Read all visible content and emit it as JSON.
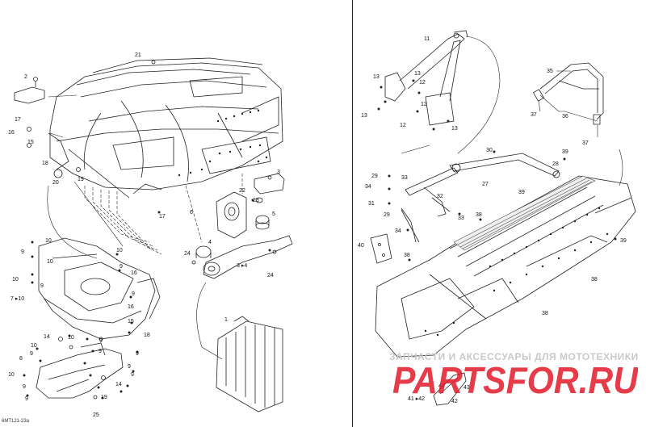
{
  "reference_code": "6MT121-23a",
  "watermark": {
    "tagline": "ЗАПЧАСТИ И АКСЕССУАРЫ ДЛЯ МОТОТЕХНИКИ",
    "logo_text": "PARTSFOR.RU",
    "color": "#e21b2a"
  },
  "left_callouts": [
    {
      "id": "l-21",
      "text": "21"
    },
    {
      "id": "l-2",
      "text": "2"
    },
    {
      "id": "l-17a",
      "text": "17"
    },
    {
      "id": "l-16a",
      "text": "16"
    },
    {
      "id": "l-15",
      "text": "15"
    },
    {
      "id": "l-18",
      "text": "18"
    },
    {
      "id": "l-19",
      "text": "19"
    },
    {
      "id": "l-20",
      "text": "20"
    },
    {
      "id": "l-3",
      "text": "3"
    },
    {
      "id": "l-22",
      "text": "22"
    },
    {
      "id": "l-23",
      "text": "23"
    },
    {
      "id": "l-6",
      "text": "6"
    },
    {
      "id": "l-5",
      "text": "5"
    },
    {
      "id": "l-4",
      "text": "4"
    },
    {
      "id": "l-24a",
      "text": "24"
    },
    {
      "id": "l-34",
      "text": "3 ▸4"
    },
    {
      "id": "l-24b",
      "text": "24"
    },
    {
      "id": "l-17b",
      "text": "17"
    },
    {
      "id": "l-10a",
      "text": "10"
    },
    {
      "id": "l-9a",
      "text": "9"
    },
    {
      "id": "l-10b",
      "text": "10"
    },
    {
      "id": "l-10c",
      "text": "10"
    },
    {
      "id": "l-9b",
      "text": "9"
    },
    {
      "id": "l-10d",
      "text": "10"
    },
    {
      "id": "l-16b",
      "text": "16"
    },
    {
      "id": "l-9c",
      "text": "9"
    },
    {
      "id": "l-9d",
      "text": "9"
    },
    {
      "id": "l-7",
      "text": "7 ▸10"
    },
    {
      "id": "l-16c",
      "text": "16"
    },
    {
      "id": "l-15b",
      "text": "15"
    },
    {
      "id": "l-18b",
      "text": "18"
    },
    {
      "id": "l-1",
      "text": "1"
    },
    {
      "id": "l-14a",
      "text": "14"
    },
    {
      "id": "l-10e",
      "text": "10"
    },
    {
      "id": "l-9e",
      "text": "9"
    },
    {
      "id": "l-10f",
      "text": "10"
    },
    {
      "id": "l-9f",
      "text": "9"
    },
    {
      "id": "l-9g",
      "text": "9"
    },
    {
      "id": "l-9h",
      "text": "9"
    },
    {
      "id": "l-8",
      "text": "8"
    },
    {
      "id": "l-9i",
      "text": "9"
    },
    {
      "id": "l-10g",
      "text": "10"
    },
    {
      "id": "l-9j",
      "text": "9"
    },
    {
      "id": "l-9k",
      "text": "9"
    },
    {
      "id": "l-14b",
      "text": "14"
    },
    {
      "id": "l-9l",
      "text": "9"
    },
    {
      "id": "l-19b",
      "text": "19"
    },
    {
      "id": "l-25",
      "text": "25"
    }
  ],
  "right_callouts": [
    {
      "id": "r-11",
      "text": "11"
    },
    {
      "id": "r-13a",
      "text": "13"
    },
    {
      "id": "r-13b",
      "text": "13"
    },
    {
      "id": "r-12a",
      "text": "12"
    },
    {
      "id": "r-12b",
      "text": "12"
    },
    {
      "id": "r-13c",
      "text": "13"
    },
    {
      "id": "r-12c",
      "text": "12"
    },
    {
      "id": "r-13d",
      "text": "13"
    },
    {
      "id": "r-35",
      "text": "35"
    },
    {
      "id": "r-37a",
      "text": "37"
    },
    {
      "id": "r-36",
      "text": "36"
    },
    {
      "id": "r-37b",
      "text": "37"
    },
    {
      "id": "r-30",
      "text": "30"
    },
    {
      "id": "r-39a",
      "text": "39"
    },
    {
      "id": "r-28",
      "text": "28"
    },
    {
      "id": "r-29a",
      "text": "29"
    },
    {
      "id": "r-33a",
      "text": "33"
    },
    {
      "id": "r-34a",
      "text": "34"
    },
    {
      "id": "r-27",
      "text": "27"
    },
    {
      "id": "r-32",
      "text": "32"
    },
    {
      "id": "r-39b",
      "text": "39"
    },
    {
      "id": "r-31",
      "text": "31"
    },
    {
      "id": "r-29b",
      "text": "29"
    },
    {
      "id": "r-33b",
      "text": "33"
    },
    {
      "id": "r-38a",
      "text": "38"
    },
    {
      "id": "r-34b",
      "text": "34"
    },
    {
      "id": "r-39c",
      "text": "39"
    },
    {
      "id": "r-40",
      "text": "40"
    },
    {
      "id": "r-38b",
      "text": "38"
    },
    {
      "id": "r-38c",
      "text": "38"
    },
    {
      "id": "r-38d",
      "text": "38"
    },
    {
      "id": "r-43a",
      "text": "43"
    },
    {
      "id": "r-43b",
      "text": "43"
    },
    {
      "id": "r-4142",
      "text": "41 ▸42"
    },
    {
      "id": "r-42",
      "text": "42"
    }
  ]
}
